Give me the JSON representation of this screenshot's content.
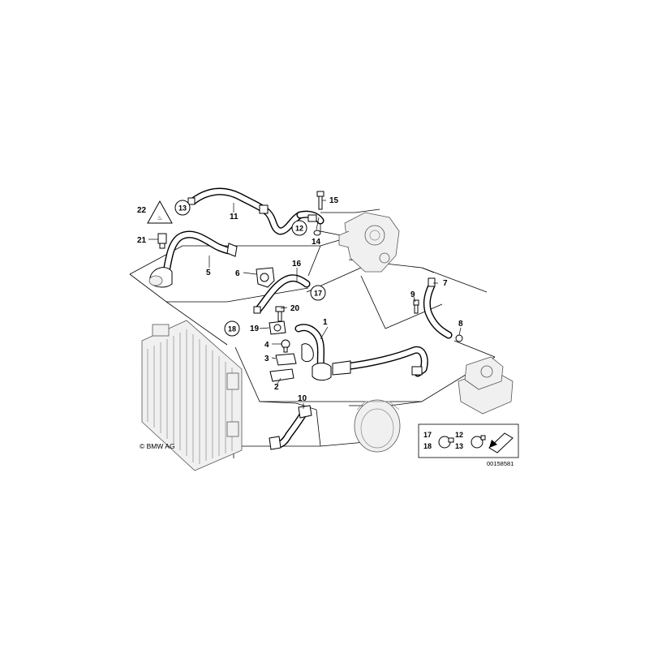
{
  "diagram": {
    "copyright": "© BMW AG",
    "reference_number": "00158581",
    "part_labels": [
      "1",
      "2",
      "3",
      "4",
      "5",
      "6",
      "7",
      "8",
      "9",
      "10",
      "11",
      "12",
      "13",
      "14",
      "15",
      "16",
      "17",
      "18",
      "19",
      "20",
      "21",
      "22"
    ],
    "circled_labels": [
      "13",
      "12",
      "17",
      "18"
    ],
    "legend": {
      "left_pair_top": "17",
      "left_pair_bottom": "18",
      "right_pair_top": "12",
      "right_pair_bottom": "13"
    }
  }
}
